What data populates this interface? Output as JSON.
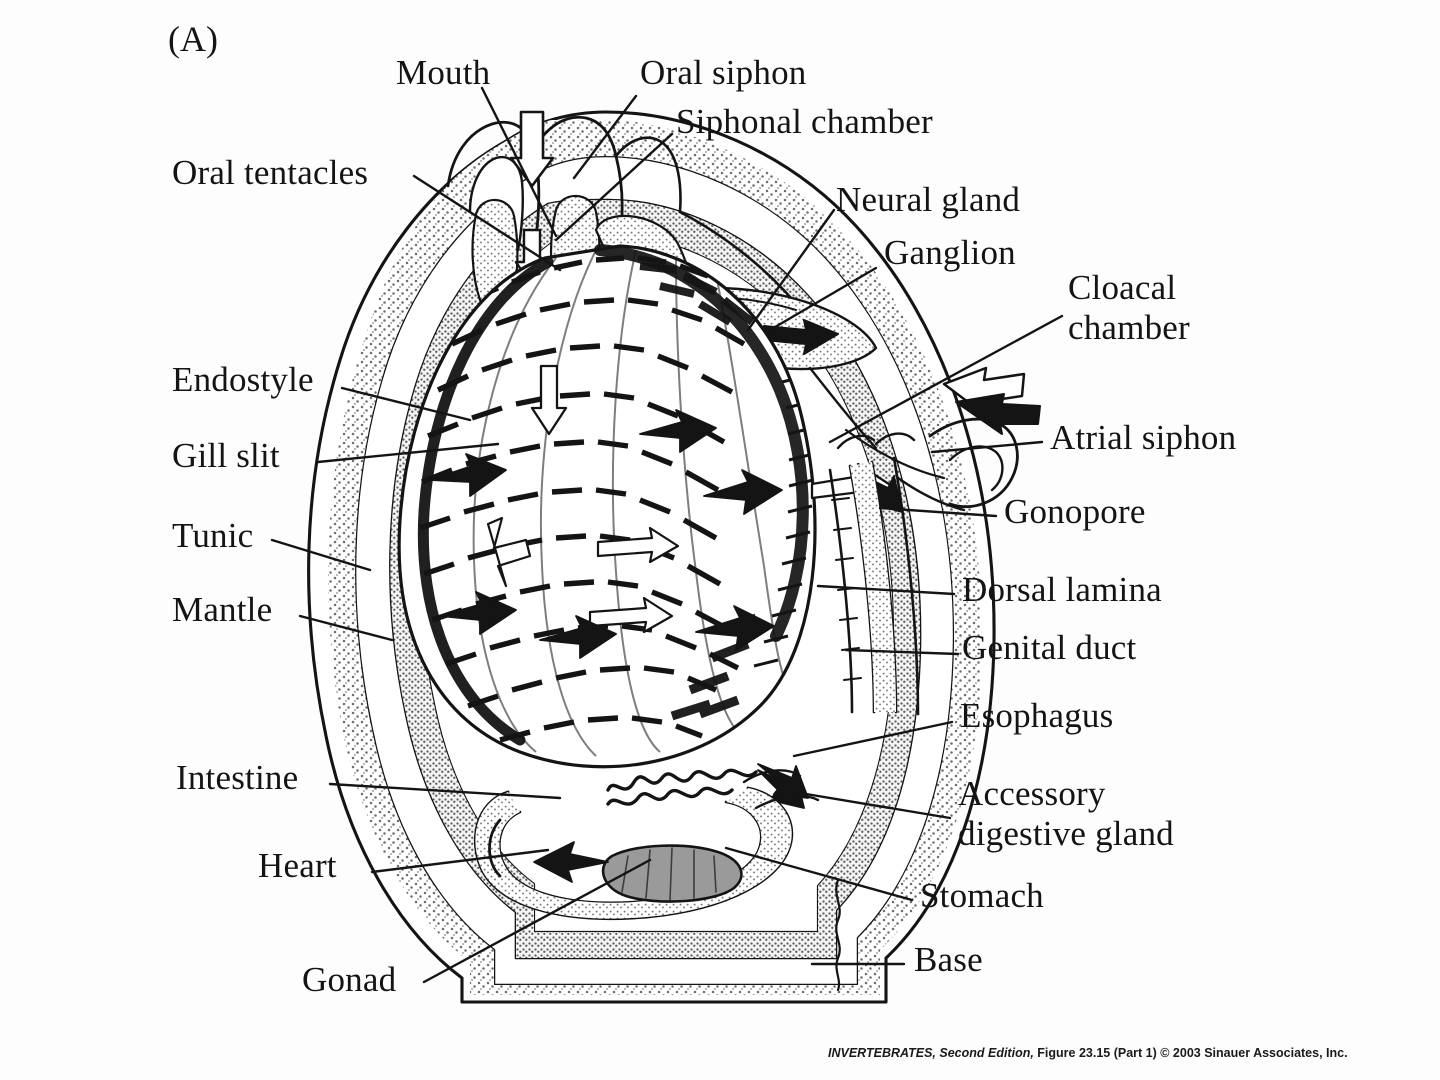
{
  "figure": {
    "panel_letter": "(A)",
    "credit_parts": {
      "book": "INVERTEBRATES,",
      "edition": " Second Edition,",
      "figure": " Figure 23.15 (Part 1)",
      "copyright": "  © 2003 Sinauer Associates, Inc."
    },
    "credit_full": "INVERTEBRATES, Second Edition, Figure 23.15 (Part 1)  © 2003 Sinauer Associates, Inc.",
    "subject": "Ascidian (sea squirt) internal anatomy — sagittal section",
    "colors": {
      "ink": "#141414",
      "background": "#fdfdfd",
      "stipple": "#8a8a8a",
      "gonad_fill": "#8c8c8c",
      "mantle_fill": "#d8d8d8"
    }
  },
  "labels": {
    "mouth": "Mouth",
    "oral_siphon": "Oral siphon",
    "siphonal_chamber": "Siphonal chamber",
    "oral_tentacles": "Oral tentacles",
    "neural_gland": "Neural gland",
    "ganglion": "Ganglion",
    "cloacal_chamber_l1": "Cloacal",
    "cloacal_chamber_l2": "chamber",
    "endostyle": "Endostyle",
    "gill_slit": "Gill slit",
    "tunic": "Tunic",
    "mantle": "Mantle",
    "atrial_siphon": "Atrial siphon",
    "gonopore": "Gonopore",
    "dorsal_lamina": "Dorsal lamina",
    "genital_duct": "Genital duct",
    "esophagus": "Esophagus",
    "accessory_digestive_gland_l1": "Accessory",
    "accessory_digestive_gland_l2": "digestive gland",
    "intestine": "Intestine",
    "heart": "Heart",
    "gonad": "Gonad",
    "stomach": "Stomach",
    "base": "Base"
  },
  "structures": [
    {
      "name": "mouth",
      "side": "top"
    },
    {
      "name": "oral-siphon",
      "side": "top"
    },
    {
      "name": "siphonal-chamber",
      "side": "top-right"
    },
    {
      "name": "oral-tentacles",
      "side": "left-top"
    },
    {
      "name": "neural-gland",
      "side": "right-top"
    },
    {
      "name": "ganglion",
      "side": "right-top"
    },
    {
      "name": "cloacal-chamber",
      "side": "right"
    },
    {
      "name": "endostyle",
      "side": "left"
    },
    {
      "name": "gill-slit",
      "side": "left"
    },
    {
      "name": "tunic",
      "side": "left"
    },
    {
      "name": "mantle",
      "side": "left"
    },
    {
      "name": "atrial-siphon",
      "side": "right"
    },
    {
      "name": "gonopore",
      "side": "right"
    },
    {
      "name": "dorsal-lamina",
      "side": "right"
    },
    {
      "name": "genital-duct",
      "side": "right"
    },
    {
      "name": "esophagus",
      "side": "right"
    },
    {
      "name": "accessory-digestive-gland",
      "side": "right"
    },
    {
      "name": "intestine",
      "side": "left-bottom"
    },
    {
      "name": "heart",
      "side": "left-bottom"
    },
    {
      "name": "gonad",
      "side": "bottom-left"
    },
    {
      "name": "stomach",
      "side": "bottom-right"
    },
    {
      "name": "base",
      "side": "bottom-right"
    }
  ]
}
